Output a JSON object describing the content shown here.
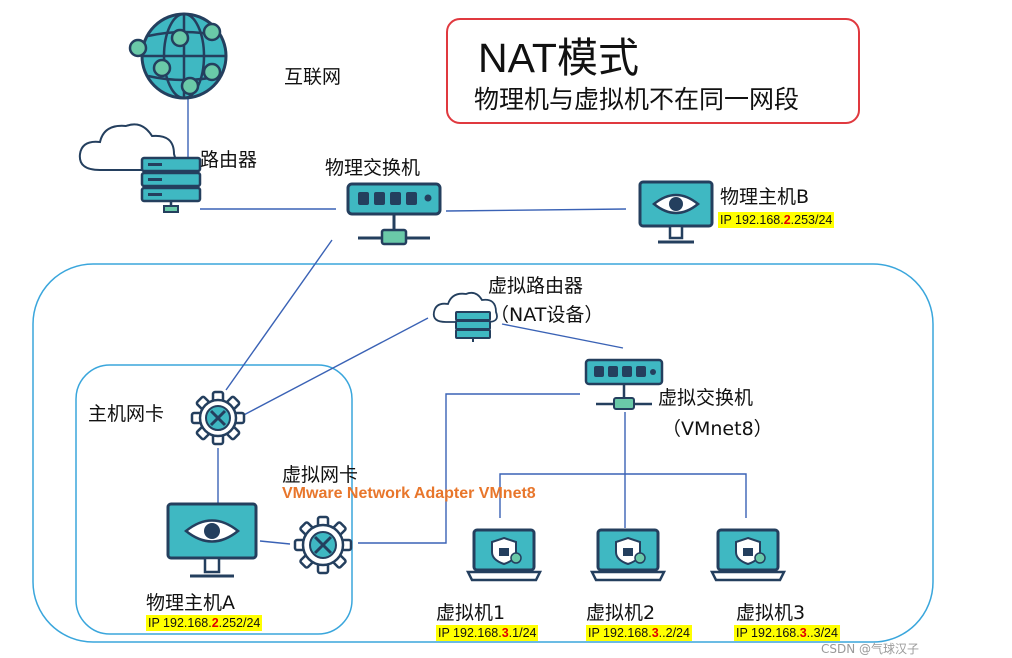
{
  "title": {
    "main": "NAT模式",
    "subtitle": "物理机与虚拟机不在同一网段"
  },
  "nodes": {
    "internet": {
      "label": "互联网",
      "icon": "globe-icon"
    },
    "router": {
      "label": "路由器",
      "icon": "server-cloud-icon"
    },
    "physical_switch": {
      "label": "物理交换机",
      "icon": "switch-icon"
    },
    "host_b": {
      "label": "物理主机B",
      "ip_prefix": "IP 192.168.",
      "ip_subnet": "2",
      "ip_suffix": ".253/24",
      "icon": "monitor-eye-icon"
    },
    "virtual_router": {
      "label": "虚拟路由器",
      "sublabel": "（NAT设备）",
      "icon": "server-cloud-icon"
    },
    "virtual_switch": {
      "label": "虚拟交换机",
      "sublabel": "（VMnet8）",
      "icon": "switch-icon"
    },
    "host_nic": {
      "label": "主机网卡",
      "icon": "gear-wrench-icon"
    },
    "virtual_nic": {
      "label": "虚拟网卡",
      "adapter": "VMware Network Adapter VMnet8",
      "icon": "gear-wrench-icon"
    },
    "host_a": {
      "label": "物理主机A",
      "ip_prefix": "IP 192.168.",
      "ip_subnet": "2",
      "ip_suffix": ".252/24",
      "icon": "monitor-eye-icon"
    },
    "vm1": {
      "label": "虚拟机1",
      "ip_prefix": "IP 192.168.",
      "ip_subnet": "3",
      "ip_suffix": ".1/24",
      "icon": "laptop-shield-icon"
    },
    "vm2": {
      "label": "虚拟机2",
      "ip_prefix": "IP 192.168.",
      "ip_subnet": "3",
      "ip_suffix": "..2/24",
      "icon": "laptop-shield-icon"
    },
    "vm3": {
      "label": "虚拟机3",
      "ip_prefix": "IP 192.168.",
      "ip_subnet": "3",
      "ip_suffix": "..3/24",
      "icon": "laptop-shield-icon"
    }
  },
  "watermark": "CSDN @气球汉子",
  "colors": {
    "line": "#3a62b5",
    "group_border": "#3aa6dc",
    "title_border": "#e0393f",
    "icon_fill": "#3fb8c2",
    "icon_dark": "#243f5e",
    "ip_highlight": "#ffff00",
    "subnet_red": "#e00000",
    "adapter_orange": "#e8762b"
  }
}
